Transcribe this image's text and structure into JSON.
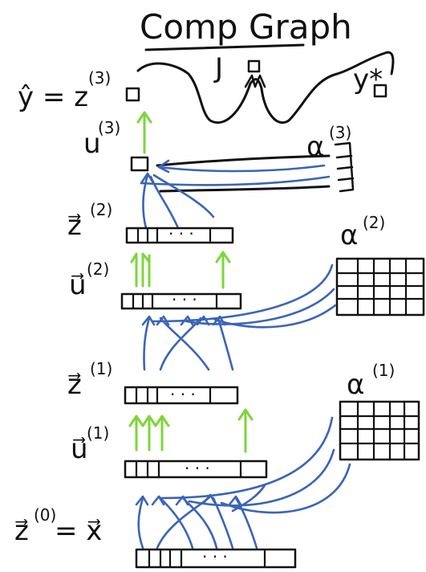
{
  "title": "Comp Graph",
  "labels": {
    "y_hat": "ŷ = z",
    "y_hat_sup": "(3)",
    "J": "J",
    "y_star": "y*",
    "u3": "u",
    "u3_sup": "(3)",
    "alpha3": "α",
    "alpha3_sup": "(3)",
    "z2": "z⃗",
    "z2_sup": "(2)",
    "alpha2": "α",
    "alpha2_sup": "(2)",
    "u2": "u⃗",
    "u2_sup": "(2)",
    "z1": "z⃗",
    "z1_sup": "(1)",
    "alpha1": "α",
    "alpha1_sup": "(1)",
    "u1": "u⃗",
    "u1_sup": "(1)",
    "z0": "z⃗",
    "z0_sup": "(0)",
    "z0_eq_x": "= x⃗",
    "dots": "· · ·"
  },
  "colors": {
    "ink": "#111111",
    "blue": "#3a64b8",
    "green": "#7cd63a"
  }
}
